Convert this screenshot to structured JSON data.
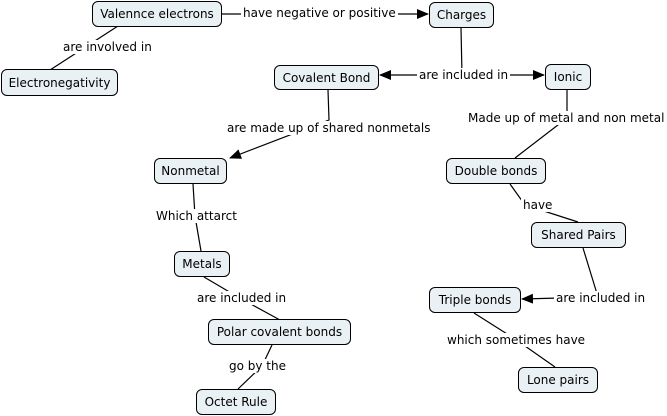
{
  "concepts": {
    "valence": "Valennce electrons",
    "charges": "Charges",
    "electronegativity": "Electronegativity",
    "covalent_bond": "Covalent Bond",
    "ionic": "Ionic",
    "nonmetal": "Nonmetal",
    "double_bonds": "Double bonds",
    "shared_pairs": "Shared Pairs",
    "metals": "Metals",
    "triple_bonds": "Triple bonds",
    "polar_covalent": "Polar covalent bonds",
    "lone_pairs": "Lone pairs",
    "octet_rule": "Octet Rule"
  },
  "links": {
    "have_charge": "have negative or positive",
    "involved_in": "are involved in",
    "included_in_1": "are included in",
    "made_of_nonmetals": "are made up of shared nonmetals",
    "made_of_metal": "Made up of metal and non metal",
    "which_attract": "Which attarct",
    "have": "have",
    "included_in_2": "are included in",
    "included_in_3": "are included in",
    "sometimes_have": "which sometimes have",
    "go_by": "go by the"
  }
}
